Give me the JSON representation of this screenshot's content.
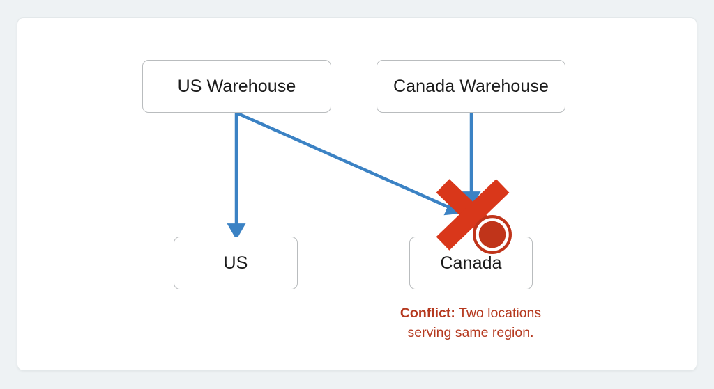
{
  "diagram": {
    "type": "flow-diagram",
    "title": "",
    "nodes": [
      {
        "id": "us-warehouse",
        "label": "US Warehouse",
        "role": "source"
      },
      {
        "id": "canada-warehouse",
        "label": "Canada Warehouse",
        "role": "source"
      },
      {
        "id": "us",
        "label": "US",
        "role": "region"
      },
      {
        "id": "canada",
        "label": "Canada",
        "role": "region"
      }
    ],
    "edges": [
      {
        "from": "us-warehouse",
        "to": "us",
        "style": "arrow"
      },
      {
        "from": "us-warehouse",
        "to": "canada",
        "style": "arrow"
      },
      {
        "from": "canada-warehouse",
        "to": "canada",
        "style": "arrow"
      }
    ],
    "markers": [
      {
        "id": "conflict-x",
        "icon": "red-x-icon",
        "target": "canada"
      },
      {
        "id": "warning-badge",
        "icon": "warning-exclamation-icon",
        "target": "canada"
      }
    ],
    "caption": {
      "strong": "Conflict:",
      "rest": " Two locations",
      "line2": "serving same region."
    }
  },
  "colors": {
    "arrow_blue": "#3b82c4",
    "conflict_red": "#d9371a",
    "badge_red": "#c0341a",
    "caption_red": "#b5391f",
    "box_border": "#b9bcbe",
    "card_background": "#ffffff",
    "panel_background": "#eef2f4"
  }
}
